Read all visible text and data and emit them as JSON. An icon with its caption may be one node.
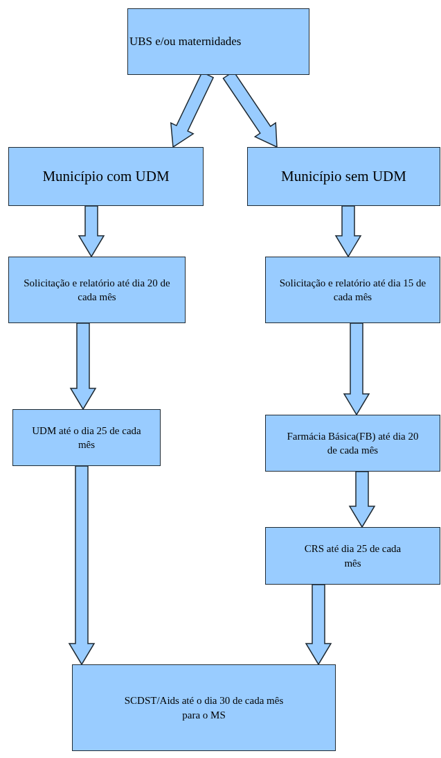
{
  "diagram": {
    "nodes": [
      {
        "text": [
          "UBS e/ou maternidades"
        ]
      },
      {
        "text": [
          "Município com UDM"
        ]
      },
      {
        "text": [
          "Município sem UDM"
        ]
      },
      {
        "text": [
          "Solicitação e relatório até dia 20 de cada mês"
        ]
      },
      {
        "text": [
          "Solicitação e relatório até dia 15 de cada mês"
        ]
      },
      {
        "text": [
          "UDM até o dia 25 de cada mês"
        ]
      },
      {
        "text": [
          "Farmácia Básica(FB) até dia 20 de cada mês"
        ]
      },
      {
        "text": [
          "CRS até dia 25 de cada mês"
        ]
      },
      {
        "text": [
          "SCDST/Aids até o dia 30 de cada mês para o MS"
        ]
      }
    ],
    "edges": [
      {
        "from": 0,
        "to": 1,
        "arrow": "to"
      },
      {
        "from": 0,
        "to": 2,
        "arrow": "to"
      },
      {
        "from": 1,
        "to": 3,
        "arrow": "to"
      },
      {
        "from": 2,
        "to": 4,
        "arrow": "to"
      },
      {
        "from": 3,
        "to": 5,
        "arrow": "to"
      },
      {
        "from": 4,
        "to": 6,
        "arrow": "to"
      },
      {
        "from": 6,
        "to": 7,
        "arrow": "to"
      },
      {
        "from": 5,
        "to": 8,
        "arrow": "to"
      },
      {
        "from": 7,
        "to": 8,
        "arrow": "to"
      }
    ]
  }
}
